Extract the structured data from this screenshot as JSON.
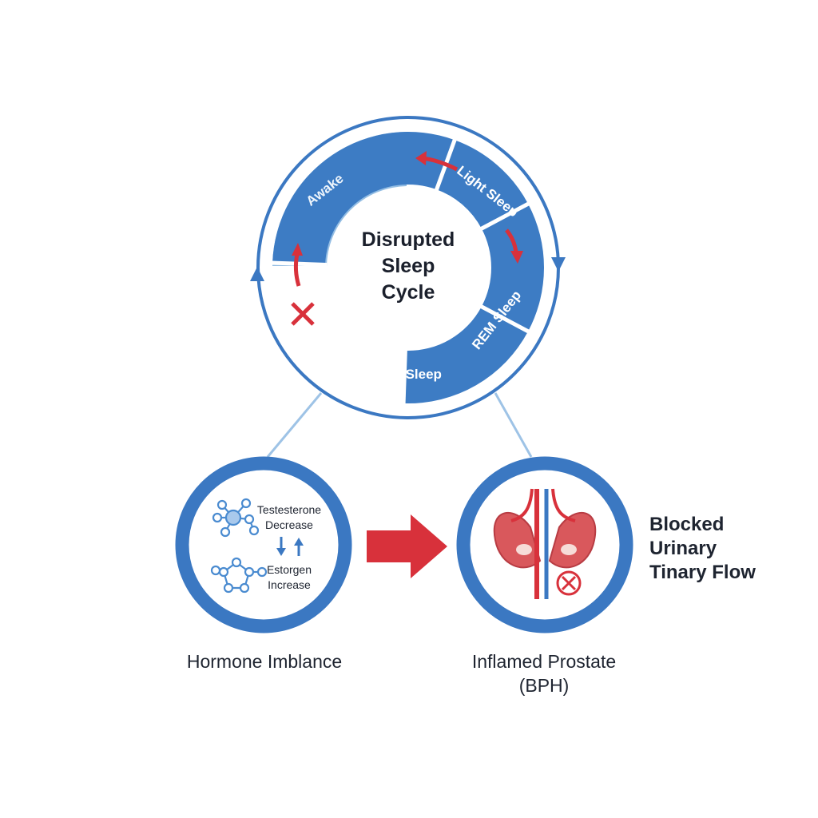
{
  "cycle": {
    "center_lines": [
      "Disrupted",
      "Sleep",
      "Cycle"
    ],
    "segments": {
      "awake": "Awake",
      "light_sleep": "Light Sleep",
      "rem_sleep_right": "REM Sleep",
      "rem_sleep_bottom": "REM Sleep",
      "deep_sleep": "Deep Sleep"
    }
  },
  "hormone": {
    "testosterone_lines": [
      "Testesterone",
      "Decrease"
    ],
    "estrogen_lines": [
      "Estorgen",
      "Increase"
    ],
    "caption": "Hormone Imblance"
  },
  "prostate": {
    "caption_lines": [
      "Inflamed Prostate",
      "(BPH)"
    ]
  },
  "outcome": {
    "lines": [
      "Blocked",
      "Urinary",
      "Tinary Flow"
    ]
  },
  "colors": {
    "primary_blue": "#3d7cc4",
    "light_blue": "#93bde3",
    "ring_blue": "#3b78c2",
    "accent_red": "#d8313b",
    "organ_red": "#d9585c",
    "text_dark": "#1e2430"
  },
  "icons": [
    "molecule-icon",
    "swap-arrows-icon",
    "prostate-organ-icon",
    "blocked-x-icon",
    "cause-arrow-icon"
  ]
}
